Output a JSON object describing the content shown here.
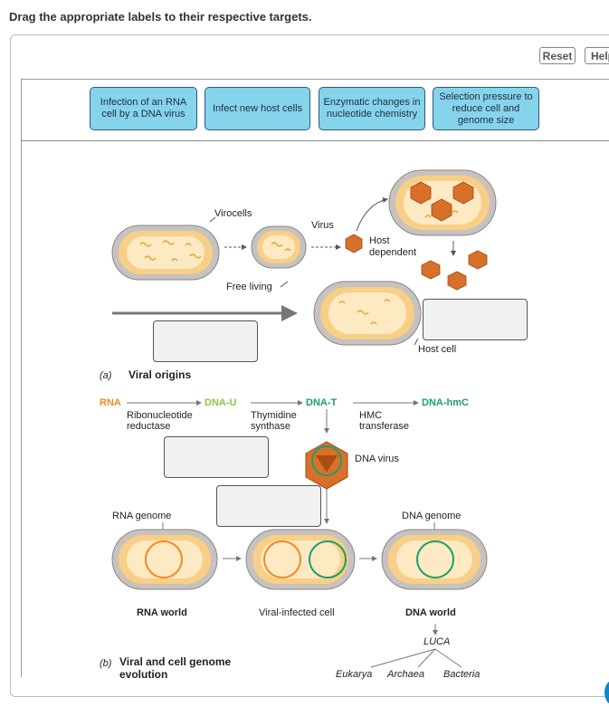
{
  "instruction": "Drag the appropriate labels to their respective targets.",
  "buttons": {
    "reset": "Reset",
    "help": "Help"
  },
  "labels": [
    "Infection of an RNA cell by a DNA virus",
    "Infect new host cells",
    "Enzymatic changes in nucleotide chemistry",
    "Selection pressure to reduce cell and genome size"
  ],
  "figure_a": {
    "virocells": "Virocells",
    "virus": "Virus",
    "host_dependent_1": "Host",
    "host_dependent_2": "dependent",
    "free_living": "Free living",
    "host_cell": "Host cell",
    "caption_letter": "(a)",
    "caption": "Viral origins"
  },
  "figure_b": {
    "rna": "RNA",
    "dna_u": "DNA-U",
    "dna_t": "DNA-T",
    "dna_hmc": "DNA-hmC",
    "ribo_1": "Ribonucleotide",
    "ribo_2": "reductase",
    "thym_1": "Thymidine",
    "thym_2": "synthase",
    "hmc_1": "HMC",
    "hmc_2": "transferase",
    "dna_virus": "DNA virus",
    "rna_genome": "RNA genome",
    "dna_genome": "DNA genome",
    "rna_world": "RNA world",
    "viral_infected": "Viral-infected cell",
    "dna_world": "DNA world",
    "luca": "LUCA",
    "eukarya": "Eukarya",
    "archaea": "Archaea",
    "bacteria": "Bacteria",
    "caption_letter": "(b)",
    "caption_1": "Viral and cell genome",
    "caption_2": "evolution"
  },
  "colors": {
    "label_bg": "#86d3ec",
    "rna": "#f08a24",
    "dna_u": "#8dc63f",
    "dna_t": "#1a9e6e",
    "dna_hmc": "#1a9e6e",
    "virus": "#d9702a"
  }
}
